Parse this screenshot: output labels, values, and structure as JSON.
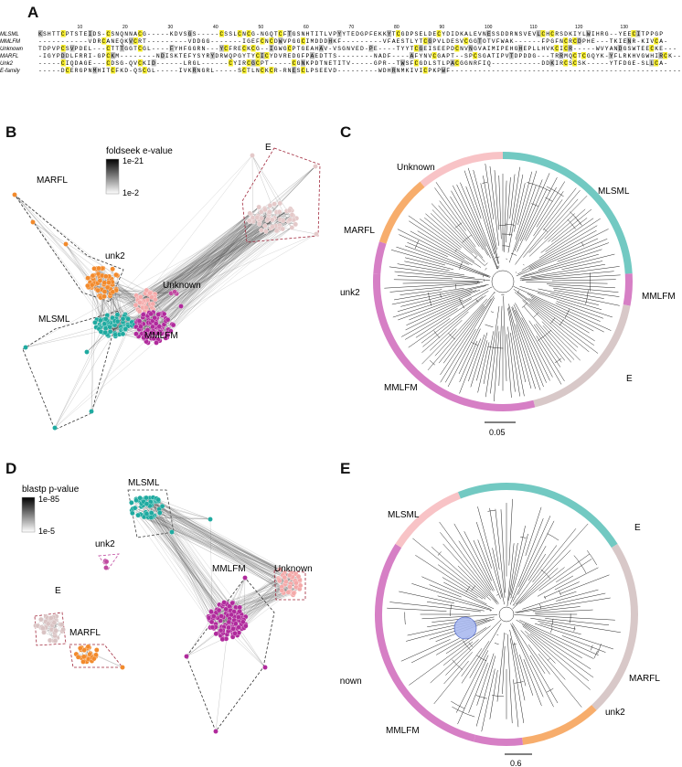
{
  "panels": {
    "a": "A",
    "b": "B",
    "c": "C",
    "d": "D",
    "e": "E"
  },
  "alignment": {
    "ruler": [
      "10",
      "20",
      "30",
      "40",
      "50",
      "60",
      "70",
      "80",
      "90",
      "100",
      "110",
      "120",
      "130"
    ],
    "rows": [
      {
        "name": "MLSML",
        "seq": "KSHTTCPTSTEIDS-CSNQNNACG-----KDVSGS-----CSSLCNCG-NGQTCFTGSNHTITLVPYYTEDGPFEKKYTCGDPSELDECYDIDKALEVNESSDDRNSVEVLCHCRSDKIYLWIHRG--YEECITPPGP"
      },
      {
        "name": "MMLFM",
        "seq": "-----------VDRCANEQKVCRT---------VDDGG-------IGEFCNCDWVPGGCIMDDDHKF---------VFAESTLYTCGPVLDESVCGGTOTVFWAK------FPGFNCRCDPHE---TKIENR-KIVCA-"
      },
      {
        "name": "Unknown",
        "seq": "TDPVPCSVPDEL---CTTTGGTCGL----FYHFGGRN---YCFRECKCG--IGWGCPTGEAHAV-VSGNVED-PE----TYYTCGEISEEPDCNVNGVAIMIPEHGHEPLLHVKCICR-----WVYANDGSWTEECKE---"
      },
      {
        "name": "MARFL",
        "seq": "-IGYPDDLFRRI-GPCKM--------NDISKTEFYSYRYDRWQPGYTYCICYDVREDGFPAEDTTS--------NADF----AFYNVCGAPT--SPCSGATIPVTDPDDG---TRRMQCTCGQYK-YFLRKHVGWHIRCK--"
      },
      {
        "name": "Unk2",
        "seq": "-----CIQDAGE---CDSG-QVCKID------LRGL------CYIRCGCPT-----CGNKPDTNETITV-----GPR--TWSFCGDLSTLPACGGNRFIQ-----------DDKIRCSCSK-----YTFDGE-SLLCA-"
      },
      {
        "name": "E-family",
        "seq": "-----DCERGPNMHITCFKD-QSCGL-----IVKRNGRL-----SCTLNCKCR-RNESCLPSEEVD---------WDHRNMKIVICPKPWF-----------------------------------------------------"
      }
    ]
  },
  "panel_b": {
    "legend_title": "foldseek e-value",
    "legend_max": "1e-21",
    "legend_min": "1e-2",
    "clusters": [
      {
        "label": "MARFL",
        "color": "#f28a2c"
      },
      {
        "label": "E",
        "color": "#d9c3c3"
      },
      {
        "label": "unk2",
        "color": "#c04aa0"
      },
      {
        "label": "Unknown",
        "color": "#f4a9a9"
      },
      {
        "label": "MLSML",
        "color": "#1faaa0"
      },
      {
        "label": "MMLFM",
        "color": "#b02a9c"
      }
    ]
  },
  "panel_c": {
    "labels": [
      "Unknown",
      "MLSML",
      "MARFL",
      "MMLFM",
      "unk2",
      "E",
      "MMLFM"
    ],
    "scale": "0.05",
    "ring": [
      {
        "label": "MLSML",
        "color": "#72c9c2"
      },
      {
        "label": "MMLFM",
        "color": "#d67fc5"
      },
      {
        "label": "E",
        "color": "#d8c8c8"
      },
      {
        "label": "MMLFM",
        "color": "#d67fc5"
      },
      {
        "label": "unk2",
        "color": "#d67fc5"
      },
      {
        "label": "MARFL",
        "color": "#f7ad6c"
      },
      {
        "label": "Unknown",
        "color": "#f8c3c6"
      }
    ]
  },
  "panel_d": {
    "legend_title": "blastp p-value",
    "legend_max": "1e-85",
    "legend_min": "1e-5",
    "labels": [
      "MLSML",
      "unk2",
      "MMLFM",
      "Unknown",
      "E",
      "MARFL"
    ]
  },
  "panel_e": {
    "labels": [
      "MLSML",
      "E",
      "Unknown",
      "MARFL",
      "unk2",
      "MMLFM"
    ],
    "scale": "0.6",
    "ring": [
      {
        "label": "MLSML",
        "color": "#72c9c2"
      },
      {
        "label": "E",
        "color": "#d8c8c8"
      },
      {
        "label": "MARFL",
        "color": "#f7ad6c"
      },
      {
        "label": "unk2",
        "color": "#d67fc5"
      },
      {
        "label": "MMLFM",
        "color": "#d67fc5"
      },
      {
        "label": "Unknown",
        "color": "#f8c3c6"
      }
    ]
  }
}
